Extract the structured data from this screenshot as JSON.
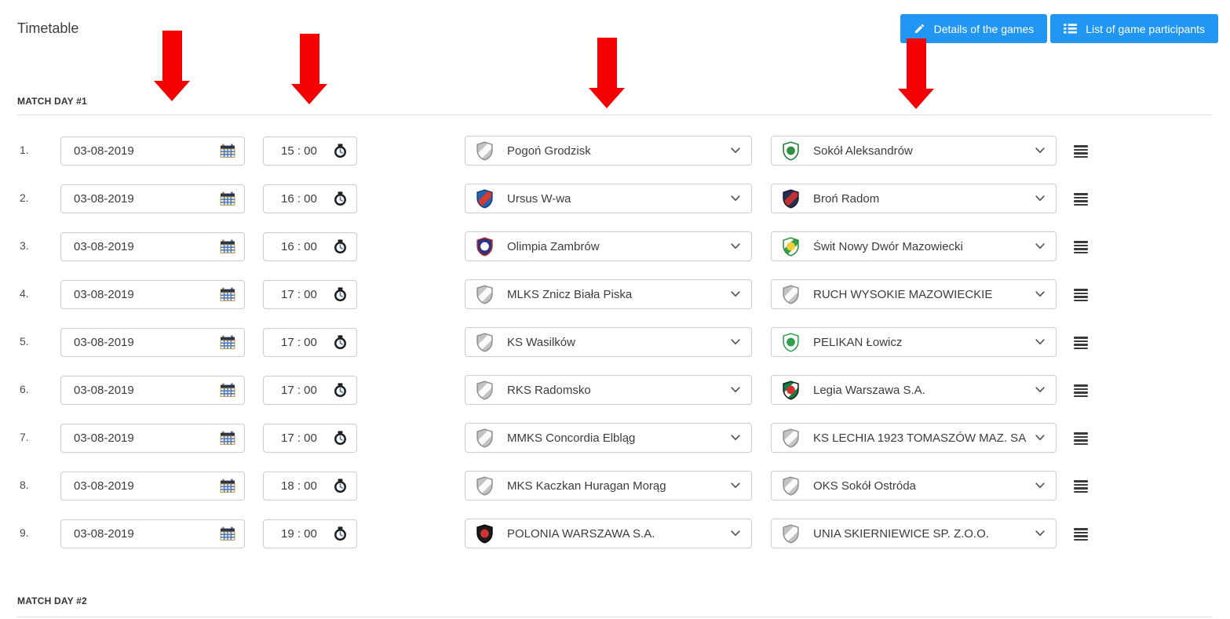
{
  "page": {
    "title": "Timetable"
  },
  "toolbar": {
    "details_button": "Details of the games",
    "participants_button": "List of game participants",
    "accent_color": "#2196f3",
    "icons": {
      "details": "pencil-icon",
      "participants": "list-bullets-icon"
    }
  },
  "annotations": {
    "arrow_color": "#f50000",
    "arrow_count": 4,
    "arrows_point_at": [
      "date-column",
      "time-column",
      "home-team-column",
      "away-team-column"
    ]
  },
  "icons": {
    "date": "calendar-icon",
    "time": "clock-icon",
    "team_dropdown": "chevron-down-icon",
    "row_menu": "drag-handle-icon",
    "team_badge": "shield-crest-icon"
  },
  "matchday1": {
    "label": "MATCH DAY #1",
    "rows": [
      {
        "num": "1.",
        "date": "03-08-2019",
        "time": "15 : 00",
        "home": {
          "name": "Pogoń Grodzisk",
          "crest": {
            "base": "#c3c3c3",
            "band": "#fafafa",
            "dot": "none",
            "border": "#8f8f8f"
          }
        },
        "away": {
          "name": "Sokół Aleksandrów",
          "crest": {
            "base": "#ffffff",
            "band": "none",
            "dot": "#2e8f3e",
            "border": "#1f7a33"
          }
        }
      },
      {
        "num": "2.",
        "date": "03-08-2019",
        "time": "16 : 00",
        "home": {
          "name": "Ursus W-wa",
          "crest": {
            "base": "#2264b0",
            "band": "#d63a30",
            "dot": "none",
            "border": "#173f7a"
          }
        },
        "away": {
          "name": "Broń Radom",
          "crest": {
            "base": "#252f52",
            "band": "#c43131",
            "dot": "none",
            "border": "#141a30"
          }
        }
      },
      {
        "num": "3.",
        "date": "03-08-2019",
        "time": "16 : 00",
        "home": {
          "name": "Olimpia Zambrów",
          "crest": {
            "base": "#2b3380",
            "band": "none",
            "dot": "#ffffff",
            "border": "#b92b2b"
          }
        },
        "away": {
          "name": "Świt Nowy Dwór Mazowiecki",
          "crest": {
            "base": "#ffffff",
            "band": "#33a046",
            "dot": "#f0cf35",
            "border": "#2c8f3e"
          }
        }
      },
      {
        "num": "4.",
        "date": "03-08-2019",
        "time": "17 : 00",
        "home": {
          "name": "MLKS Znicz Biała Piska",
          "crest": {
            "base": "#c3c3c3",
            "band": "#fafafa",
            "dot": "none",
            "border": "#8f8f8f"
          }
        },
        "away": {
          "name": "RUCH WYSOKIE MAZOWIECKIE",
          "crest": {
            "base": "#c3c3c3",
            "band": "#fafafa",
            "dot": "none",
            "border": "#8f8f8f"
          }
        }
      },
      {
        "num": "5.",
        "date": "03-08-2019",
        "time": "17 : 00",
        "home": {
          "name": "KS Wasilków",
          "crest": {
            "base": "#c3c3c3",
            "band": "#fafafa",
            "dot": "none",
            "border": "#8f8f8f"
          }
        },
        "away": {
          "name": "PELIKAN Łowicz",
          "crest": {
            "base": "#ffffff",
            "band": "none",
            "dot": "#2f9e4f",
            "border": "#2f9e4f"
          }
        }
      },
      {
        "num": "6.",
        "date": "03-08-2019",
        "time": "17 : 00",
        "home": {
          "name": "RKS Radomsko",
          "crest": {
            "base": "#c3c3c3",
            "band": "#fafafa",
            "dot": "none",
            "border": "#8f8f8f"
          }
        },
        "away": {
          "name": "Legia Warszawa S.A.",
          "crest": {
            "base": "#0c8040",
            "band": "#ffffff",
            "dot": "#d32f2f",
            "border": "#1a1a1a"
          }
        }
      },
      {
        "num": "7.",
        "date": "03-08-2019",
        "time": "17 : 00",
        "home": {
          "name": "MMKS Concordia Elbląg",
          "crest": {
            "base": "#c3c3c3",
            "band": "#fafafa",
            "dot": "none",
            "border": "#8f8f8f"
          }
        },
        "away": {
          "name": "KS LECHIA 1923 TOMASZÓW MAZ. SA",
          "crest": {
            "base": "#c3c3c3",
            "band": "#fafafa",
            "dot": "none",
            "border": "#8f8f8f"
          }
        }
      },
      {
        "num": "8.",
        "date": "03-08-2019",
        "time": "18 : 00",
        "home": {
          "name": "MKS Kaczkan Huragan Morąg",
          "crest": {
            "base": "#c3c3c3",
            "band": "#fafafa",
            "dot": "none",
            "border": "#8f8f8f"
          }
        },
        "away": {
          "name": "OKS Sokół Ostróda",
          "crest": {
            "base": "#c3c3c3",
            "band": "#fafafa",
            "dot": "none",
            "border": "#8f8f8f"
          }
        }
      },
      {
        "num": "9.",
        "date": "03-08-2019",
        "time": "19 : 00",
        "home": {
          "name": "POLONIA WARSZAWA S.A.",
          "crest": {
            "base": "#1c1c1c",
            "band": "none",
            "dot": "#d23333",
            "border": "#000000"
          }
        },
        "away": {
          "name": "UNIA SKIERNIEWICE SP. Z.O.O.",
          "crest": {
            "base": "#c3c3c3",
            "band": "#fafafa",
            "dot": "none",
            "border": "#8f8f8f"
          }
        }
      }
    ]
  },
  "matchday2": {
    "label": "MATCH DAY #2"
  }
}
